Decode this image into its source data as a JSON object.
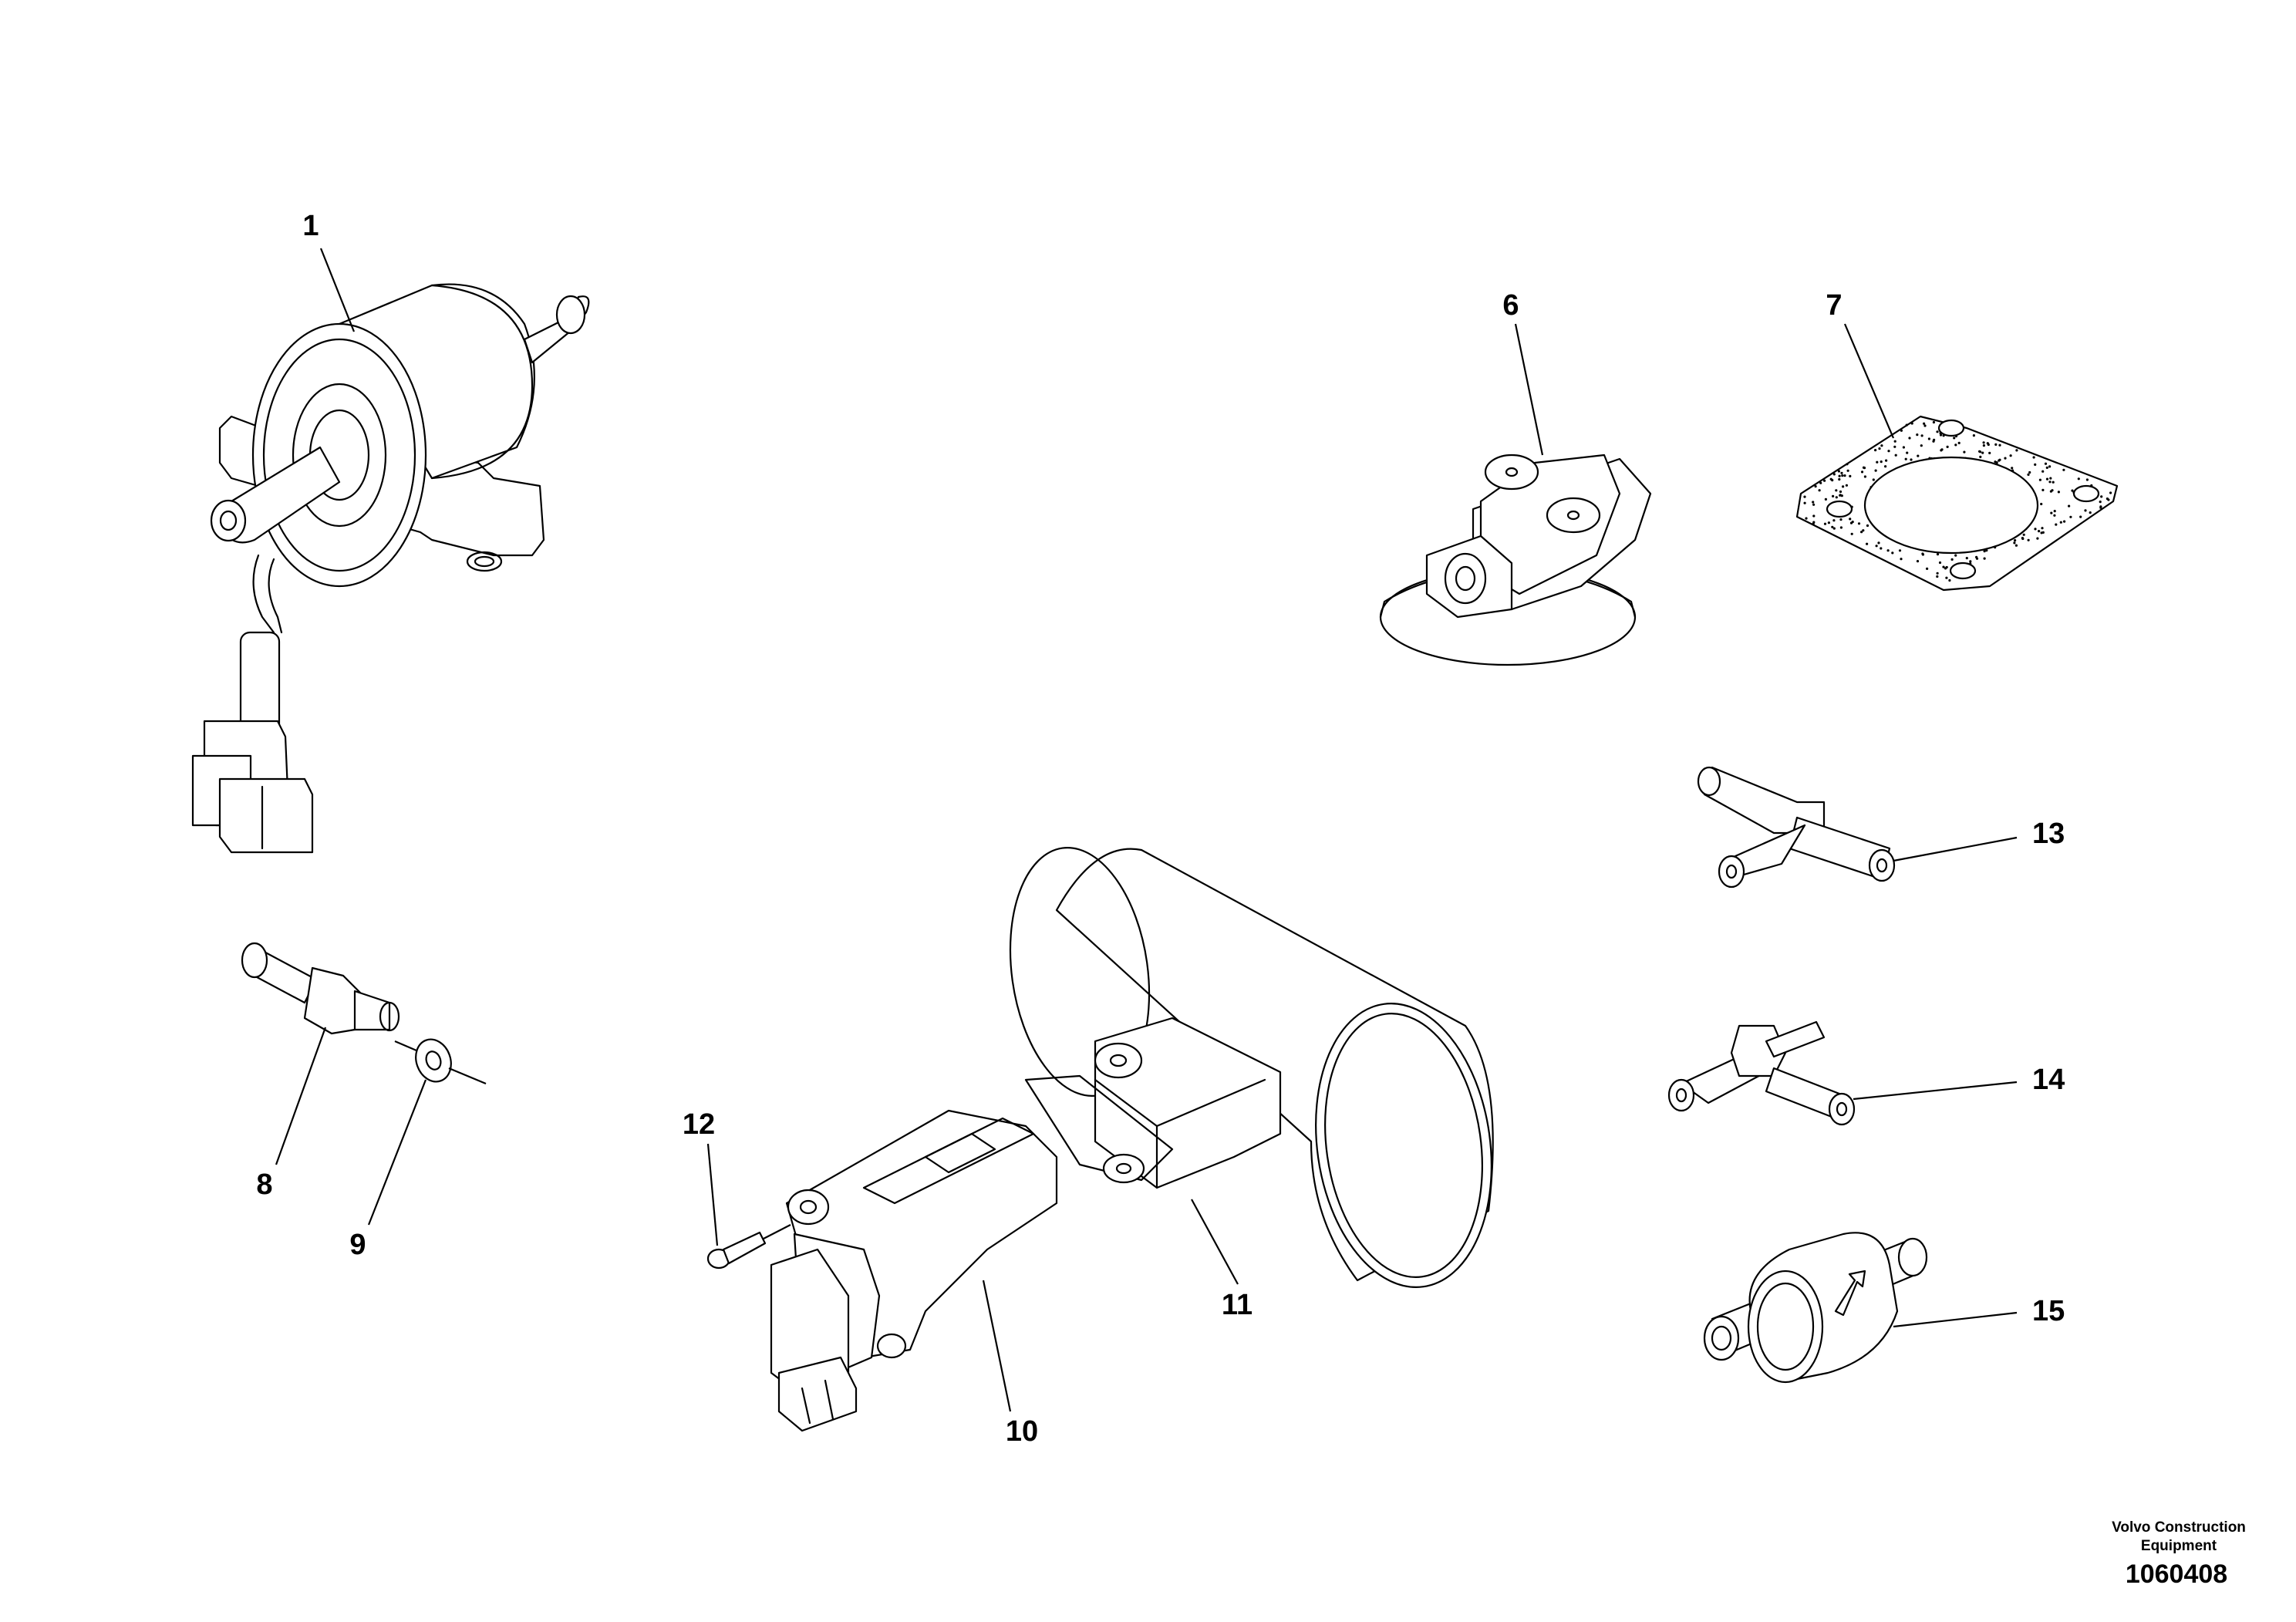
{
  "callouts": [
    {
      "id": "1",
      "label": "1"
    },
    {
      "id": "6",
      "label": "6"
    },
    {
      "id": "7",
      "label": "7"
    },
    {
      "id": "8",
      "label": "8"
    },
    {
      "id": "9",
      "label": "9"
    },
    {
      "id": "10",
      "label": "10"
    },
    {
      "id": "11",
      "label": "11"
    },
    {
      "id": "12",
      "label": "12"
    },
    {
      "id": "13",
      "label": "13"
    },
    {
      "id": "14",
      "label": "14"
    },
    {
      "id": "15",
      "label": "15"
    }
  ],
  "footer": {
    "credit_line1": "Volvo Construction",
    "credit_line2": "Equipment",
    "doc_number": "1060408"
  },
  "colors": {
    "line": "#000000",
    "background": "#ffffff"
  }
}
